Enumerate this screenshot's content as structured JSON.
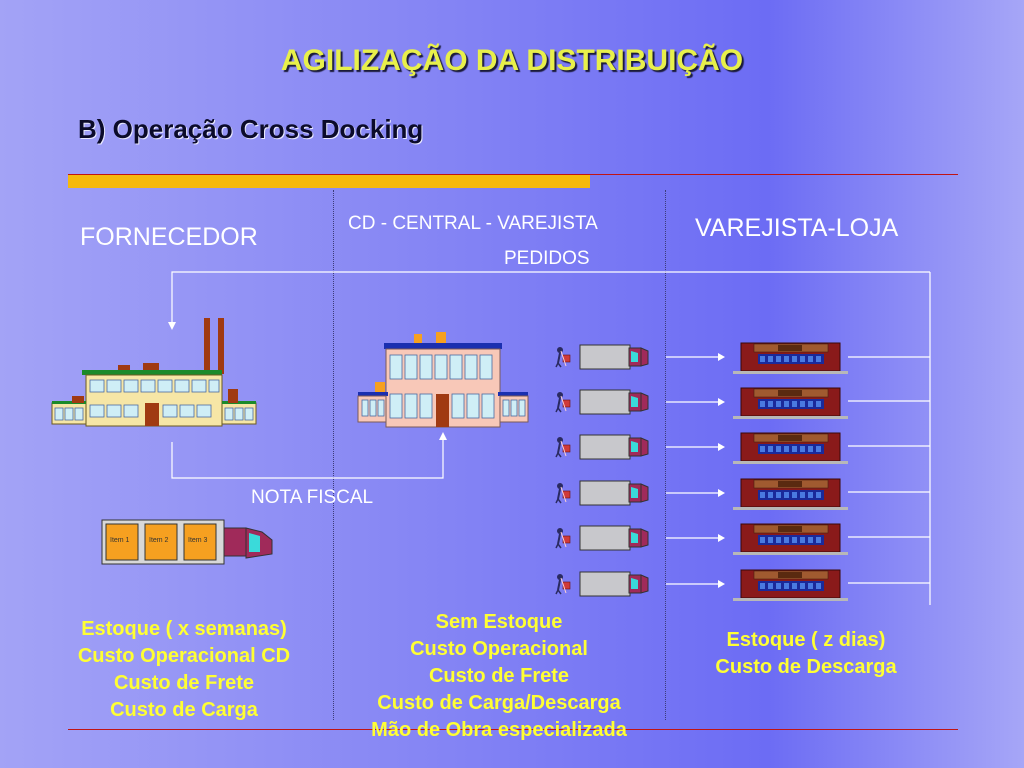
{
  "title": "AGILIZAÇÃO DA DISTRIBUIÇÃO",
  "subtitle": "B) Operação Cross Docking",
  "columns": {
    "fornecedor": "FORNECEDOR",
    "cd": "CD - CENTRAL - VAREJISTA",
    "loja": "VAREJISTA-LOJA"
  },
  "labels": {
    "pedidos": "PEDIDOS",
    "nota_fiscal": "NOTA FISCAL"
  },
  "truck_items": [
    "Item 1",
    "Item 2",
    "Item 3"
  ],
  "notes": {
    "fornecedor": [
      "Estoque ( x  semanas)",
      "Custo Operacional CD",
      "Custo de Frete",
      "Custo de Carga"
    ],
    "cd": [
      "Sem Estoque",
      "Custo Operacional",
      "Custo de Frete",
      "Custo de Carga/Descarga",
      "Mão de Obra especializada"
    ],
    "loja": [
      "Estoque ( z  dias)",
      "Custo de Descarga"
    ]
  },
  "colors": {
    "title": "#e8f04a",
    "notes": "#ffff33",
    "highlight_bar": "#f6b90c",
    "rule": "#c01414"
  }
}
